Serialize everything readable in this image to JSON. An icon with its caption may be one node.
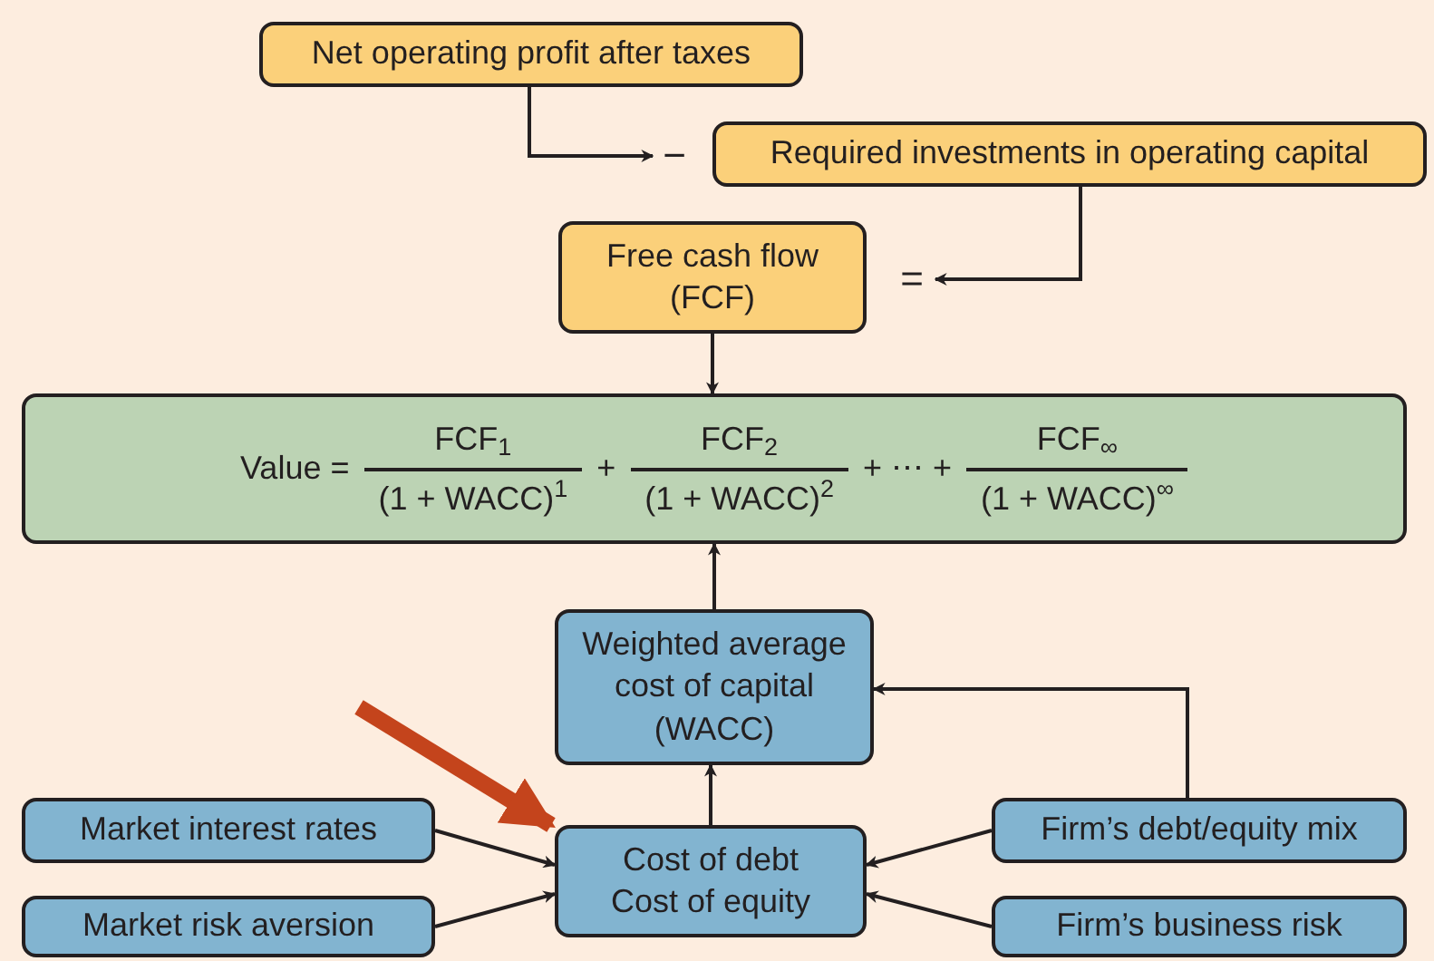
{
  "diagram": {
    "nodes": [
      {
        "text": [
          "Net operating profit after taxes"
        ]
      },
      {
        "text": [
          "Required investments in operating capital"
        ]
      },
      {
        "text": [
          "Free cash flow (FCF)"
        ]
      },
      {
        "text": [
          "Value =",
          "FCF$_{1}$",
          "(1 + WACC)$^{1}$",
          "+",
          "FCF$_{2}$",
          "(1 + WACC)$^{2}$",
          "+ ⋯ +",
          "FCF$_{∞}$",
          "(1 + WACC)$^{∞}$"
        ]
      },
      {
        "text": [
          "Weighted average cost of capital (WACC)"
        ]
      },
      {
        "text": [
          "Market interest rates"
        ]
      },
      {
        "text": [
          "Market risk aversion"
        ]
      },
      {
        "text": [
          "Cost of debt",
          "Cost of equity"
        ]
      },
      {
        "text": [
          "Firm’s debt/equity mix"
        ]
      },
      {
        "text": [
          "Firm’s business risk"
        ]
      },
      {
        "text": [
          "−"
        ]
      },
      {
        "text": [
          "="
        ]
      }
    ],
    "edges": [
      {
        "from": 0,
        "to": 10,
        "arrow": "to"
      },
      {
        "from": 1,
        "to": 11,
        "arrow": "to"
      },
      {
        "from": 2,
        "to": 3,
        "arrow": "to"
      },
      {
        "from": 4,
        "to": 3,
        "arrow": "to"
      },
      {
        "from": 7,
        "to": 4,
        "arrow": "to"
      },
      {
        "from": 5,
        "to": 7,
        "arrow": "to"
      },
      {
        "from": 6,
        "to": 7,
        "arrow": "to"
      },
      {
        "from": 8,
        "to": 7,
        "arrow": "to"
      },
      {
        "from": 9,
        "to": 7,
        "arrow": "to"
      },
      {
        "from": 8,
        "to": 4,
        "arrow": "to"
      },
      {
        "from": null,
        "to": 7,
        "arrow": "to",
        "style": "thick",
        "color": "#c4441c"
      }
    ]
  }
}
